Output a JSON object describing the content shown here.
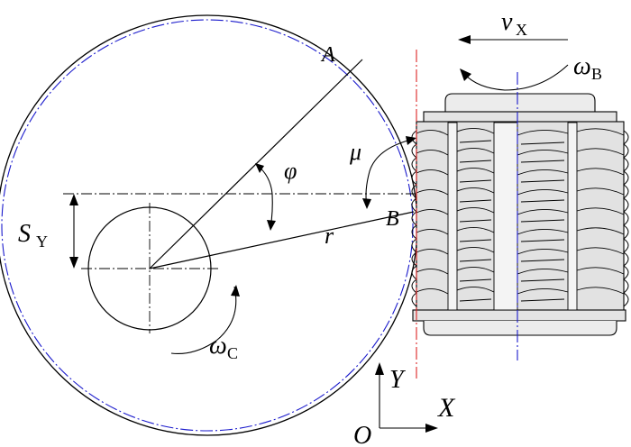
{
  "labels": {
    "A": "A",
    "B": "B",
    "phi": "φ",
    "mu": "μ",
    "r": "r",
    "S": "S",
    "S_sub": "Y",
    "v": "v",
    "v_sub": "X",
    "omega_B": "ω",
    "omega_B_sub": "B",
    "omega_C": "ω",
    "omega_C_sub": "C",
    "Y": "Y",
    "X": "X",
    "O": "O"
  },
  "colors": {
    "line": "#000000",
    "pitch_circle": "#1a1acc",
    "contact_line": "#dd2222",
    "hob_axis": "#1a1acc",
    "hob_fill": "#e4e4e4"
  }
}
